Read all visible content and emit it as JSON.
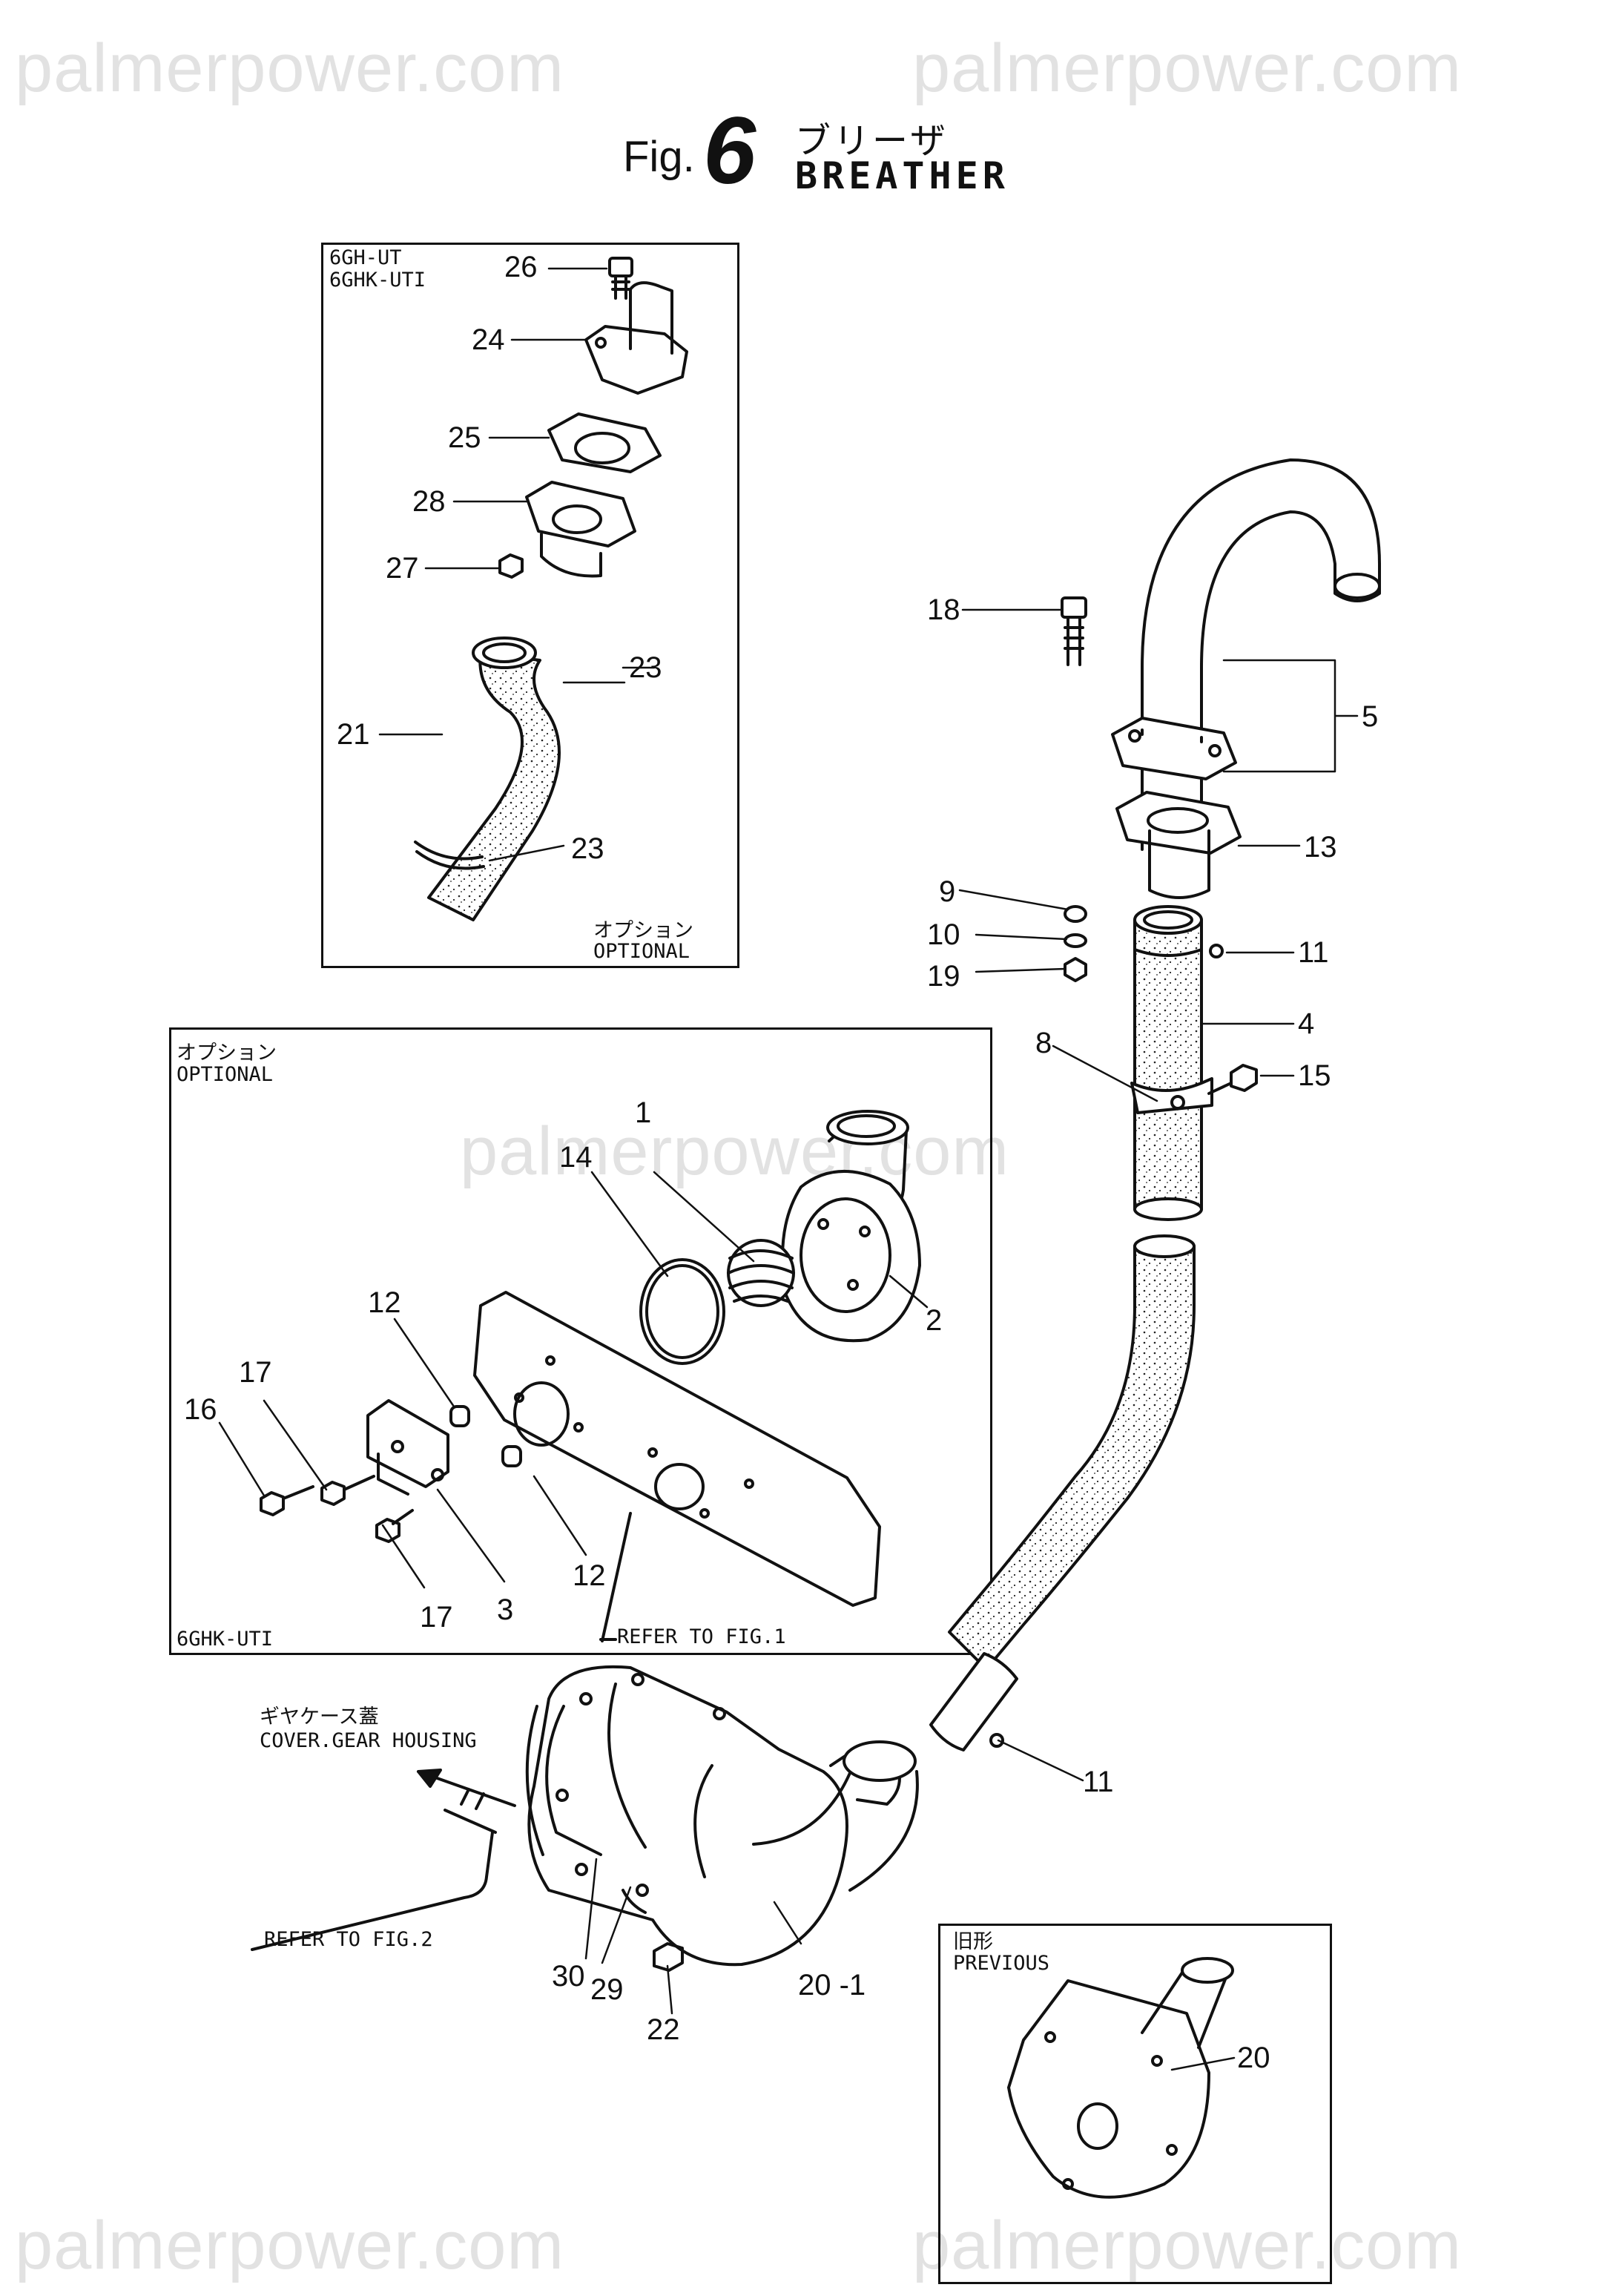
{
  "watermarks": [
    "palmerpower.com",
    "palmerpower.com",
    "palmerpower.com",
    "palmerpower.com",
    "palmerpower.com"
  ],
  "title": {
    "fig_prefix": "Fig.",
    "fig_number": "6",
    "name_jp": "ブリーザ",
    "name_en": "BREATHER"
  },
  "boxes": {
    "top": {
      "line1": "6GH-UT",
      "line2": "6GHK-UTI",
      "note_jp": "オプション",
      "note_en": "OPTIONAL"
    },
    "middle": {
      "note_jp": "オプション",
      "note_en": "OPTIONAL",
      "model": "6GHK-UTI",
      "refer": "REFER TO FIG.1"
    },
    "previous": {
      "note_jp": "旧形",
      "note_en": "PREVIOUS"
    }
  },
  "gear_housing": {
    "label_jp": "ギヤケース蓋",
    "label_en": "COVER.GEAR HOUSING",
    "refer": "REFER TO FIG.2"
  },
  "callouts": {
    "c26": "26",
    "c24": "24",
    "c25": "25",
    "c28": "28",
    "c27": "27",
    "c23a": "23",
    "c21": "21",
    "c23b": "23",
    "c18": "18",
    "c5": "5",
    "c13": "13",
    "c9": "9",
    "c10": "10",
    "c19": "19",
    "c11a": "11",
    "c4": "4",
    "c8": "8",
    "c15": "15",
    "c14": "14",
    "c1": "1",
    "c2": "2",
    "c12a": "12",
    "c16": "16",
    "c17a": "17",
    "c12b": "12",
    "c17b": "17",
    "c3": "3",
    "c11b": "11",
    "c30": "30",
    "c29": "29",
    "c22": "22",
    "c20_1": "20 -1",
    "c20": "20"
  }
}
